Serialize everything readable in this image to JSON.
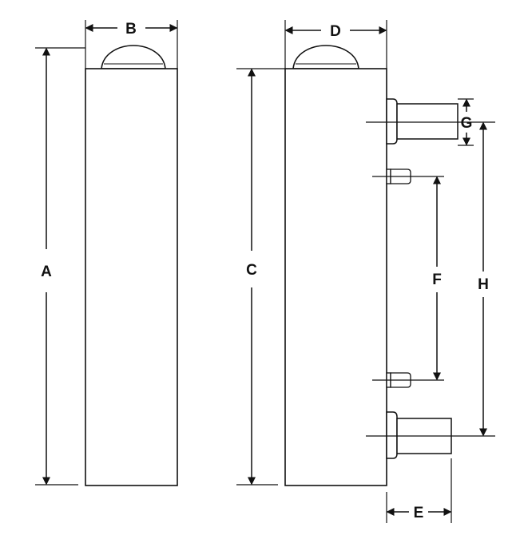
{
  "labels": {
    "a": "A",
    "b": "B",
    "c": "C",
    "d": "D",
    "e": "E",
    "f": "F",
    "g": "G",
    "h": "H"
  },
  "colors": {
    "stroke": "#111111",
    "body_fill": "#ffffff",
    "background": "#ffffff"
  }
}
